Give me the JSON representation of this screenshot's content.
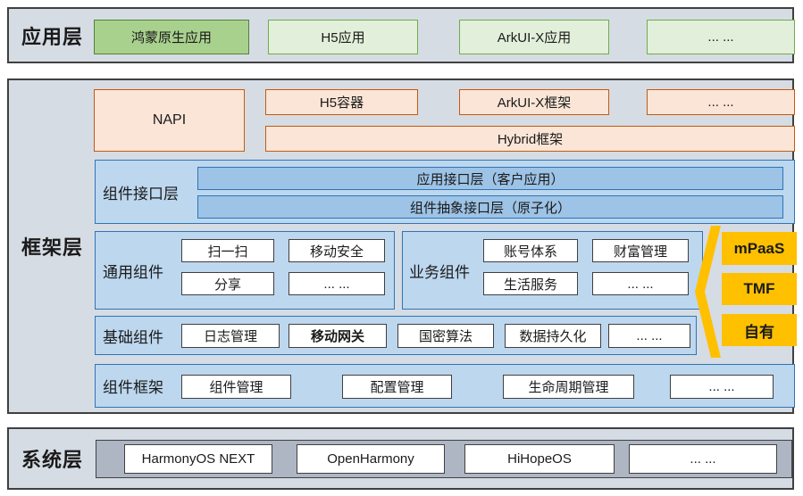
{
  "colors": {
    "section_bg": "#d6dce4",
    "section_border": "#404040",
    "green_dark_fill": "#a9d18e",
    "green_dark_border": "#548235",
    "green_light_fill": "#e2efda",
    "green_border": "#70ad47",
    "orange_fill": "#fbe5d6",
    "orange_border": "#c55a11",
    "blue_container_fill": "#bdd7ee",
    "blue_bar_fill": "#9dc3e6",
    "blue_border": "#2e75b6",
    "gold": "#ffc000",
    "gray_container_fill": "#aeb6c4",
    "white_box_fill": "#ffffff"
  },
  "layers": {
    "app": {
      "label": "应用层",
      "boxes": [
        "鸿蒙原生应用",
        "H5应用",
        "ArkUI-X应用",
        "... ..."
      ]
    },
    "framework": {
      "label": "框架层",
      "napi": "NAPI",
      "row1": [
        "H5容器",
        "ArkUI-X框架",
        "... ..."
      ],
      "hybrid": "Hybrid框架",
      "iface": {
        "label": "组件接口层",
        "bars": [
          "应用接口层（客户应用）",
          "组件抽象接口层（原子化）"
        ]
      },
      "common": {
        "label": "通用组件",
        "boxes": [
          "扫一扫",
          "移动安全",
          "分享",
          "... ..."
        ]
      },
      "business": {
        "label": "业务组件",
        "boxes": [
          "账号体系",
          "财富管理",
          "生活服务",
          "... ..."
        ]
      },
      "basic": {
        "label": "基础组件",
        "boxes": [
          "日志管理",
          "移动网关",
          "国密算法",
          "数据持久化",
          "... ..."
        ]
      },
      "cf": {
        "label": "组件框架",
        "boxes": [
          "组件管理",
          "配置管理",
          "生命周期管理",
          "... ..."
        ]
      },
      "sources": [
        "mPaaS",
        "TMF",
        "自有"
      ]
    },
    "system": {
      "label": "系统层",
      "boxes": [
        "HarmonyOS NEXT",
        "OpenHarmony",
        "HiHopeOS",
        "... ..."
      ]
    }
  }
}
